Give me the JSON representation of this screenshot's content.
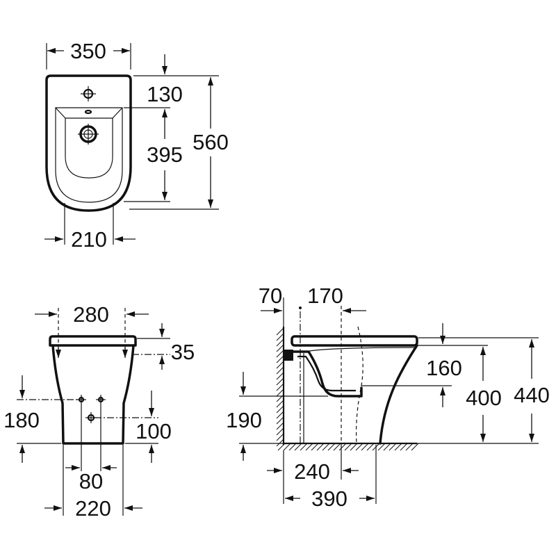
{
  "top_view": {
    "width_overall": "350",
    "tap_offset": "130",
    "bowl_length": "395",
    "depth_overall": "560",
    "bowl_width": "210"
  },
  "front_view": {
    "width_top": "280",
    "lid_height": "35",
    "inlet_height_left": "180",
    "inlet_height_right": "100",
    "inlet_spacing": "80",
    "base_width": "220"
  },
  "side_view": {
    "wall_to_tap": "70",
    "tap_to_outlet": "170",
    "outlet_drop": "160",
    "rim_height": "400",
    "overall_height": "440",
    "outlet_height": "190",
    "outlet_from_wall": "240",
    "base_depth": "390"
  }
}
